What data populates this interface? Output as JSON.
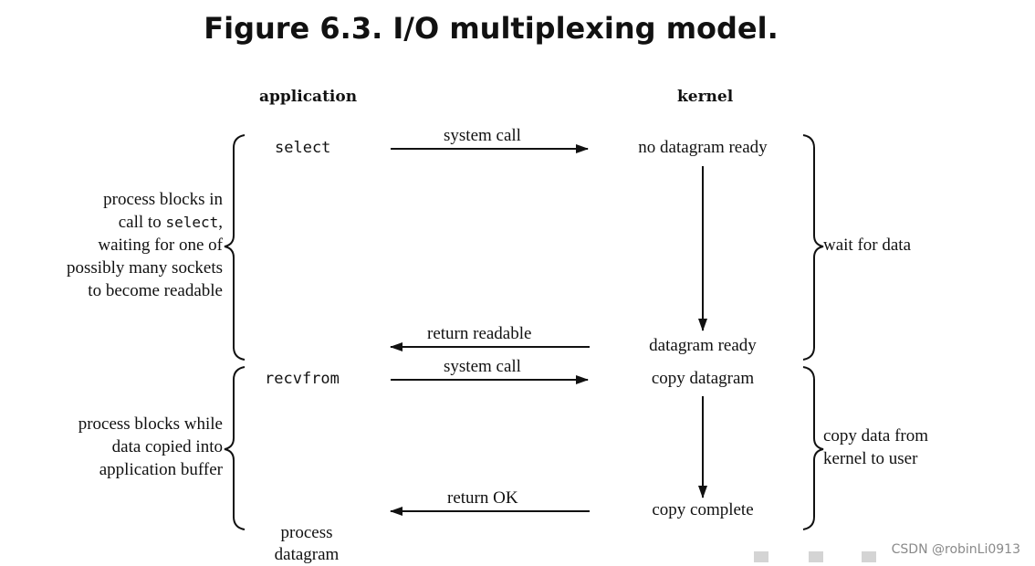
{
  "title": "Figure 6.3. I/O multiplexing model.",
  "columns": {
    "application": "application",
    "kernel": "kernel"
  },
  "app_calls": {
    "select": "select",
    "recvfrom": "recvfrom",
    "process_line1": "process",
    "process_line2": "datagram"
  },
  "arrows": {
    "system_call_1": "system call",
    "return_readable": "return readable",
    "system_call_2": "system call",
    "return_ok": "return OK"
  },
  "kernel_states": {
    "no_datagram_ready": "no datagram ready",
    "datagram_ready": "datagram ready",
    "copy_datagram": "copy datagram",
    "copy_complete": "copy complete"
  },
  "left_notes": {
    "blocks_select": {
      "line1": "process blocks in",
      "line2_pre": "call to ",
      "line2_code": "select",
      "line2_post": ",",
      "line3": "waiting for one of",
      "line4": "possibly many sockets",
      "line5": "to become readable"
    },
    "blocks_copy": {
      "line1": "process blocks while",
      "line2": "data copied into",
      "line3": "application buffer"
    }
  },
  "right_notes": {
    "wait_for_data": "wait for data",
    "copy_line1": "copy data from",
    "copy_line2": "kernel to user"
  },
  "watermark": "CSDN @robinLi0913"
}
